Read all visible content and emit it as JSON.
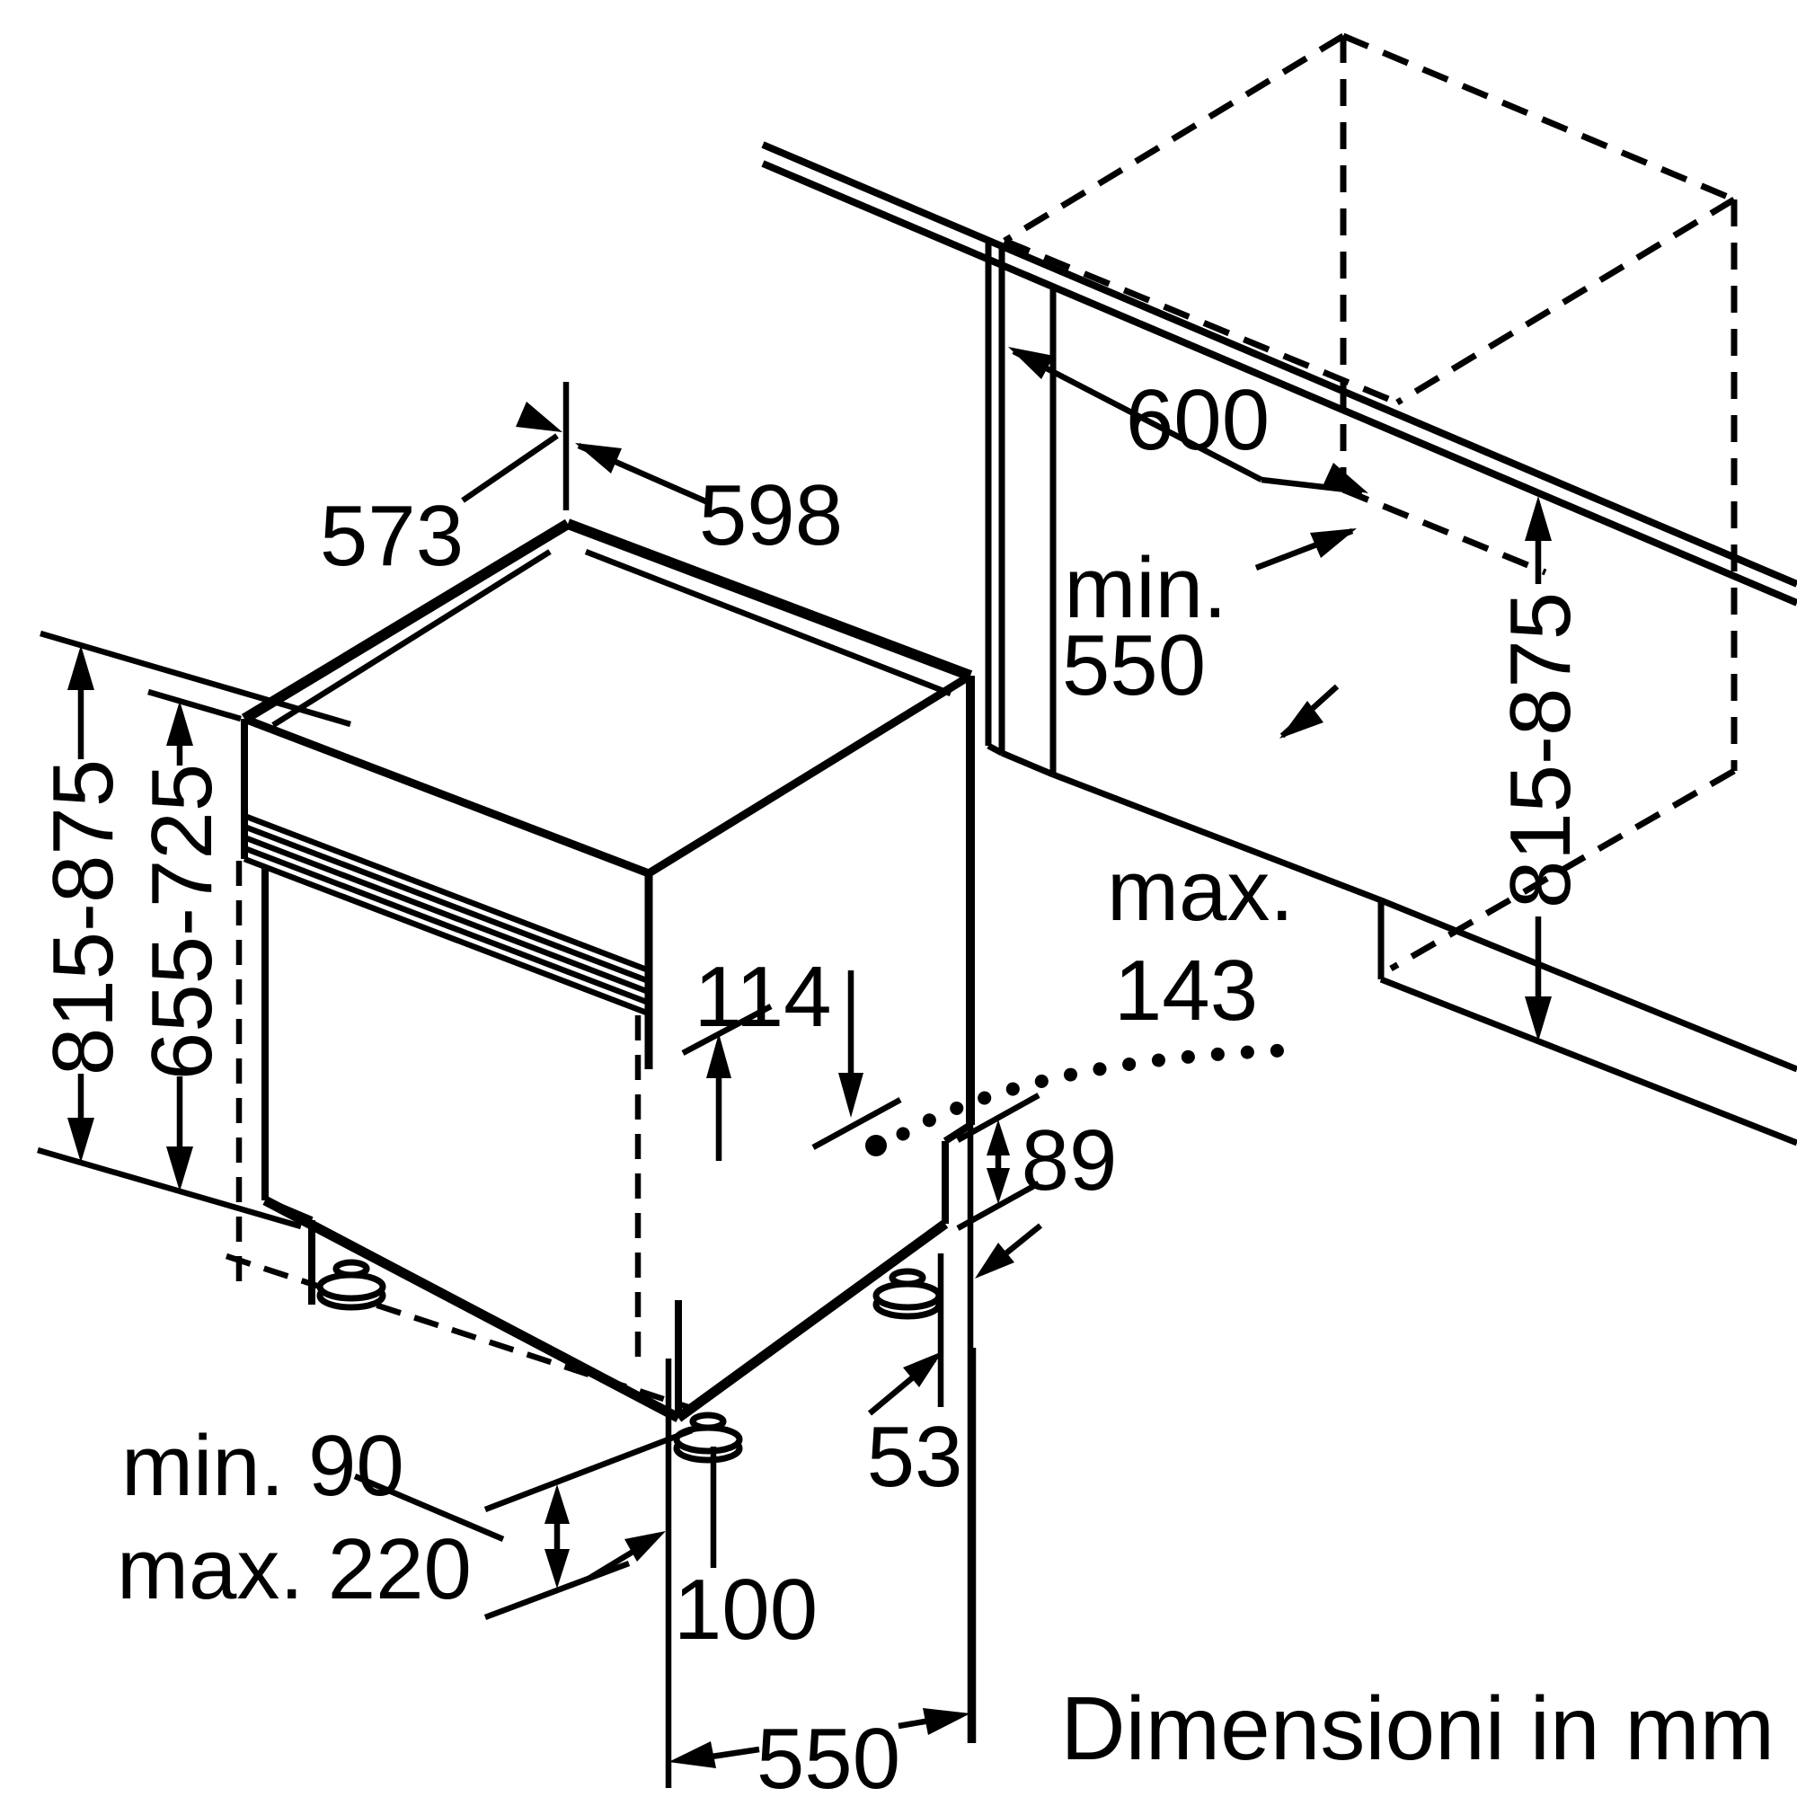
{
  "drawing": {
    "title_note": "Dimensioni in mm",
    "dimensions": {
      "top_depth": "573",
      "top_width": "598",
      "niche_width": "600",
      "niche_depth_min_label": "min.",
      "niche_depth_min_value": "550",
      "niche_height_right": "815-875",
      "appliance_height_left": "815-875",
      "door_panel_height_range": "655-725",
      "control_panel_height": "114",
      "door_projection_label": "max.",
      "door_projection_value": "143",
      "rear_step_height": "89",
      "rear_step_depth": "53",
      "plinth_clearance_min": "min. 90",
      "plinth_clearance_max": "max. 220",
      "front_gap": "100",
      "appliance_depth": "550"
    },
    "colors": {
      "line": "#000000",
      "background": "#ffffff"
    }
  }
}
